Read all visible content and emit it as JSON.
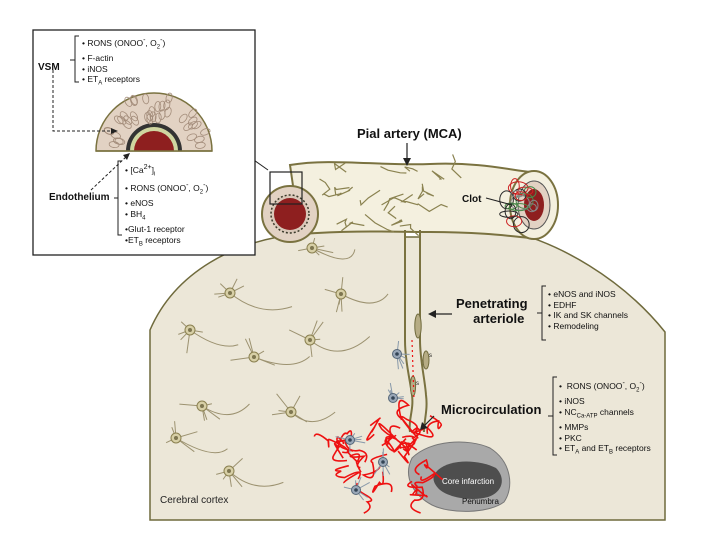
{
  "labels": {
    "vsm": "VSM",
    "endothelium": "Endothelium",
    "pial_artery": "Pial artery (MCA)",
    "clot": "Clot",
    "penetrating_line1": "Penetrating",
    "penetrating_line2": "arteriole",
    "microcirculation": "Microcirculation",
    "core_infarction": "Core infarction",
    "penumbra": "Penumbra",
    "cerebral_cortex": "Cerebral cortex",
    "s_mark": "s"
  },
  "lists": {
    "vsm": [
      "• RONS (ONOO⁻, O₂⁻)",
      "• F-actin",
      "• iNOS",
      "• ETA receptors"
    ],
    "endothelium": [
      "• [Ca²⁺]i",
      "• RONS (ONOO⁻, O₂⁻)",
      "• eNOS",
      "• BH4",
      "•Glut-1 receptor",
      "•ETB receptors"
    ],
    "penetrating": [
      "• eNOS and iNOS",
      "• EDHF",
      "• IK and SK channels",
      "• Remodeling"
    ],
    "microcirculation": [
      "•  RONS (ONOO⁻, O₂⁻)",
      "• iNOS",
      "• NCCa-ATP channels",
      "• MMPs",
      "• PKC",
      "• ETA and ETB receptors"
    ]
  },
  "colors": {
    "tissue": "#ece7d8",
    "tissue_stroke": "#6f6a3c",
    "vessel_outline": "#7a7240",
    "vessel_fill": "#f3eed8",
    "lumen": "#8e1f1f",
    "vessel_wall": "#e2d2c3",
    "micro_red": "#ee1111",
    "infarct": "#6a6a6a",
    "penumbra": "#a8a8a8",
    "neuron": "#9c9270",
    "glia": "#8899aa"
  }
}
